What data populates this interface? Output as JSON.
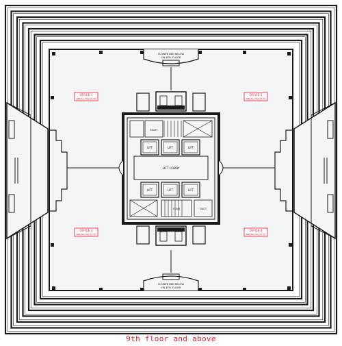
{
  "caption": "9th floor and above",
  "colors": {
    "line": "#1a1a1a",
    "floor": "#f4f5f7",
    "label_red": "#e8132b",
    "caption_red": "#e0202a"
  },
  "offices": [
    {
      "name": "OFFICE-1",
      "area": "AREA=790.25 ft²"
    },
    {
      "name": "OFFICE-2",
      "area": "AREA=790.25 ft²"
    },
    {
      "name": "OFFICE-3",
      "area": "AREA=790.25 ft²"
    },
    {
      "name": "OFFICE-4",
      "area": "AREA=790.25 ft²"
    }
  ],
  "planter_note": {
    "line1": "FLOWER BED BELOW",
    "line2": "ON 8TH. FLOOR"
  },
  "lift_lobby": "LIFT LOBBY",
  "lift_label": "LIFT",
  "rooms": {
    "stair": "STAIR",
    "shaft": "SHAFT",
    "duct": "DUCT"
  }
}
